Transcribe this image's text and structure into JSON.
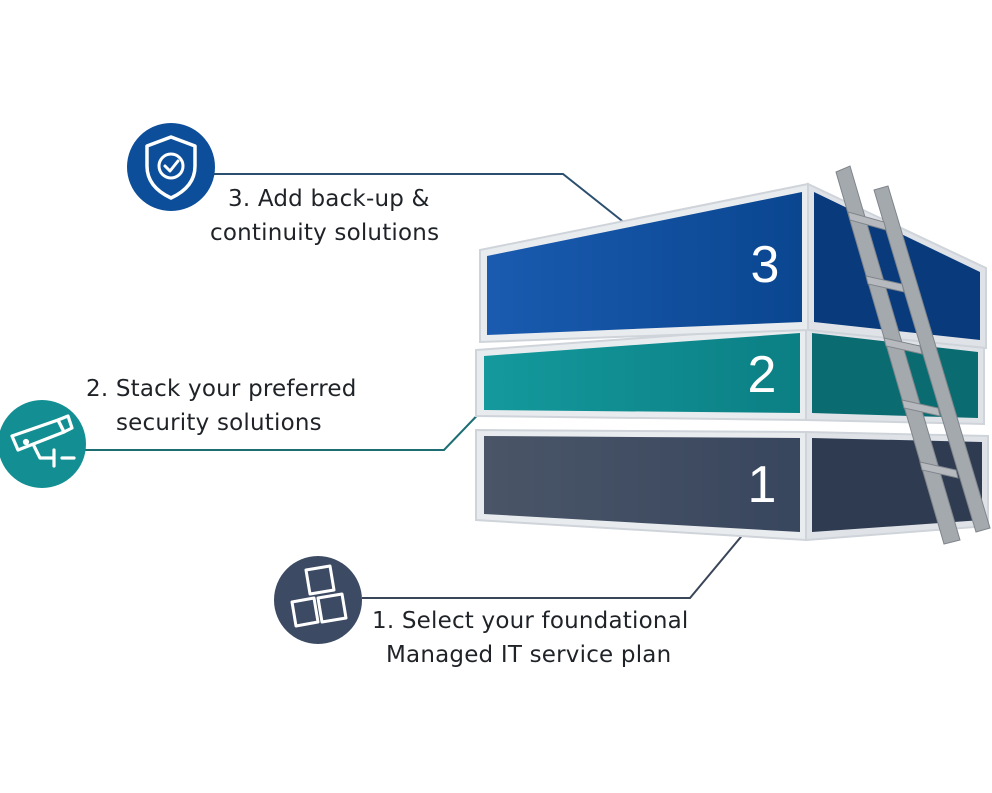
{
  "steps": [
    {
      "number": "3",
      "label_line1": "3. Add back-up &",
      "label_line2": "continuity solutions",
      "icon": "shield-check-icon",
      "color": "#0d4e9a"
    },
    {
      "number": "2",
      "label_line1": "2. Stack your preferred",
      "label_line2": "security solutions",
      "icon": "security-camera-icon",
      "color": "#138f93"
    },
    {
      "number": "1",
      "label_line1": "1. Select your foundational",
      "label_line2": "Managed IT service plan",
      "icon": "boxes-icon",
      "color": "#3c4a63"
    }
  ],
  "colors": {
    "layer3_front": "#0c4a97",
    "layer3_side": "#08397a",
    "layer2_front": "#0f8a8e",
    "layer2_side": "#0a6b70",
    "layer1_front": "#3a485f",
    "layer1_side": "#2d3a4f",
    "ladder": "#9ea3a8",
    "connector": "#2c3f55"
  }
}
